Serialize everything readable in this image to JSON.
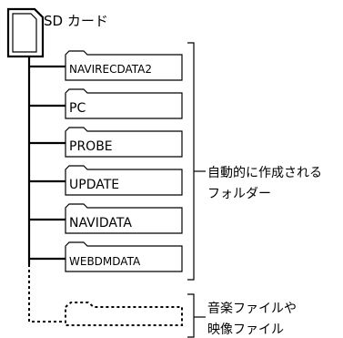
{
  "root": {
    "label": "SD カード",
    "icon": "sd-card-icon"
  },
  "folders": [
    {
      "name": "NAVIRECDATA2"
    },
    {
      "name": "PC"
    },
    {
      "name": "PROBE"
    },
    {
      "name": "UPDATE"
    },
    {
      "name": "NAVIDATA"
    },
    {
      "name": "WEBDMDATA"
    }
  ],
  "auto_created_note": {
    "line1": "自動的に作成される",
    "line2": "フォルダー"
  },
  "music_note": {
    "line1": "音楽ファイルや",
    "line2": "映像ファイル"
  },
  "colors": {
    "line": "#000000",
    "background": "#ffffff"
  }
}
